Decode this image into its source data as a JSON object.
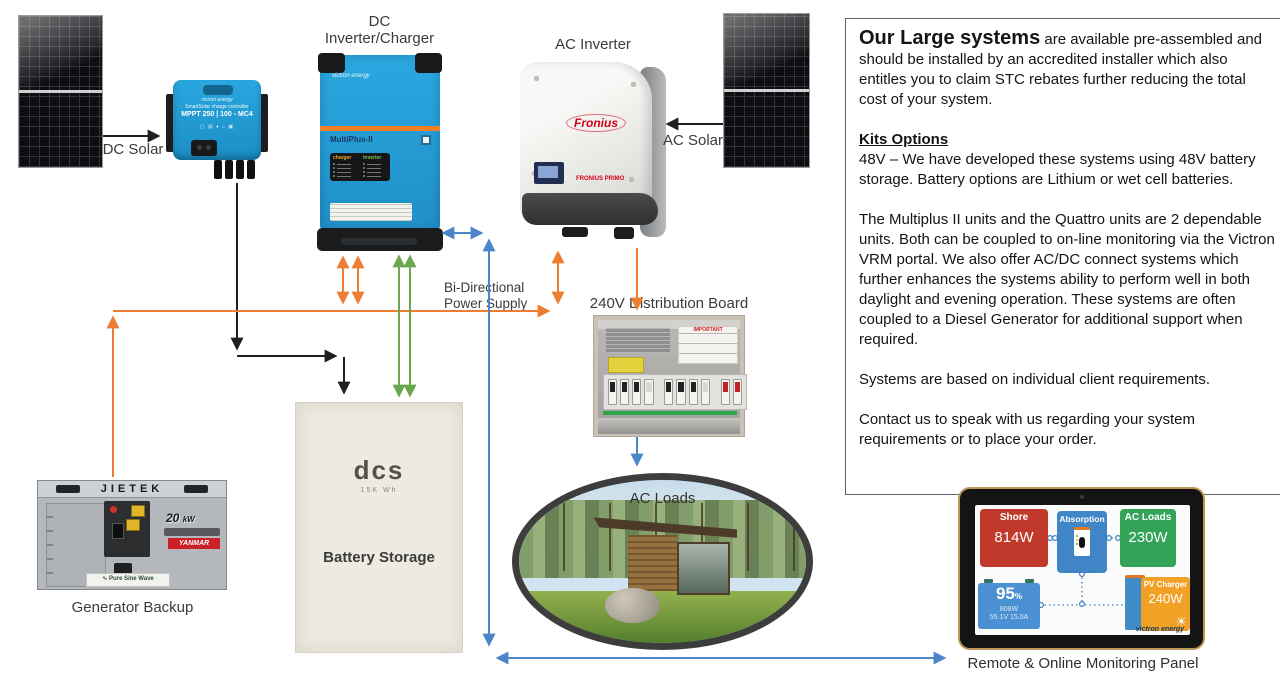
{
  "labels": {
    "dc_solar": "DC Solar",
    "ac_solar": "AC Solar",
    "dc_ic_1": "DC",
    "dc_ic_2": "Inverter/Charger",
    "ac_inverter": "AC Inverter",
    "bidi_1": "Bi-Directional",
    "bidi_2": "Power Supply",
    "dist_board": "240V Distribution Board",
    "ac_loads": "AC Loads",
    "battery_storage": "Battery Storage",
    "generator": "Generator Backup",
    "monitor": "Remote & Online Monitoring Panel"
  },
  "info_box": {
    "title": "Our Large systems",
    "intro": " are available pre-assembled and should be installed by an accredited installer which also entitles you to claim STC rebates further reducing the total cost of your system.",
    "kits_heading": "Kits Options",
    "kits_text": "48V – We have developed these systems using 48V battery storage. Battery options are Lithium or wet cell batteries.",
    "para2": "The Multiplus II units and the Quattro units are 2 dependable units. Both can be coupled to on-line monitoring via the Victron VRM portal. We also offer AC/DC connect systems which further enhances the systems ability to perform well in both daylight and evening operation. These systems are often coupled to a Diesel Generator for additional support when required.",
    "para3": "Systems are based on individual client requirements.",
    "para4": "Contact us to speak with us regarding your system requirements or to place your order."
  },
  "devices": {
    "charge_controller": {
      "brand": "victron energy",
      "product": "SmartSolar charge controller",
      "model": "MPPT 250 | 100 - MC4"
    },
    "multiplus": {
      "brand": "victron energy",
      "model": "MultiPlus-II",
      "led_left": "charger",
      "led_right": "inverter"
    },
    "fronius": {
      "logo": "Fronius",
      "model": "FRONIUS PRIMO"
    },
    "distribution_board": {
      "notice": "IMPORTANT"
    },
    "generator": {
      "brand": "JIETEK",
      "power": "20",
      "power_unit": "kW",
      "engine": "YANMAR",
      "feature": "Pure Sine Wave"
    },
    "battery": {
      "brand": "dcs",
      "capacity": "15K Wh"
    }
  },
  "monitor_screen": {
    "shore_label": "Shore",
    "shore_value": "814W",
    "absorption_label": "Absorption",
    "ac_loads_label": "AC Loads",
    "ac_loads_value": "230W",
    "battery_soc": "95",
    "battery_pct": "%",
    "battery_power": "808W",
    "battery_detail": "55.1V 15.0A",
    "pv_label": "PV Charger",
    "pv_value": "240W",
    "brand": "victron energy"
  },
  "colors": {
    "wire_orange": "#ED7D31",
    "wire_blue": "#4A86C8",
    "wire_green": "#6AA84F",
    "wire_black": "#1F1F1F",
    "victron_blue": "#1E9FD8",
    "fronius_red": "#D5001C",
    "monitor_red": "#C0392B",
    "monitor_green": "#33A457",
    "monitor_blue": "#4086C7",
    "monitor_orange": "#F0A126"
  }
}
